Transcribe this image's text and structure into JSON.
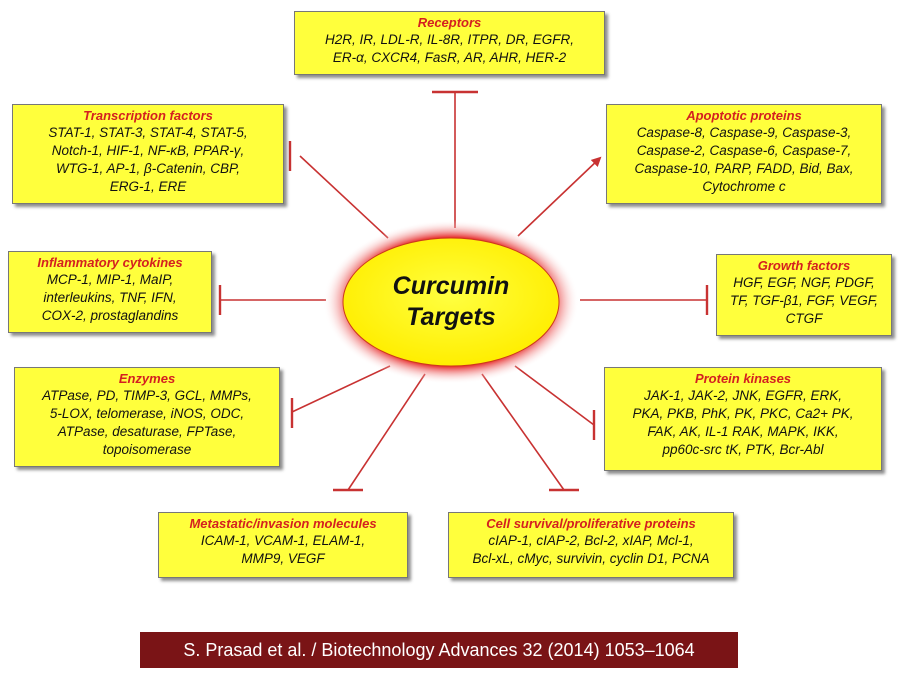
{
  "center": {
    "line1": "Curcumin",
    "line2": "Targets"
  },
  "boxes": {
    "receptors": {
      "title": "Receptors",
      "lines": [
        "H2R, IR, LDL-R, IL-8R, ITPR, DR, EGFR,",
        "ER-α, CXCR4, FasR, AR, AHR, HER-2"
      ]
    },
    "transcription": {
      "title": "Transcription factors",
      "lines": [
        "STAT-1, STAT-3, STAT-4, STAT-5,",
        "Notch-1, HIF-1, NF-κB, PPAR-γ,",
        "WTG-1, AP-1, β-Catenin, CBP,",
        "ERG-1, ERE"
      ]
    },
    "apoptotic": {
      "title": "Apoptotic proteins",
      "lines": [
        "Caspase-8, Caspase-9, Caspase-3,",
        "Caspase-2, Caspase-6, Caspase-7,",
        "Caspase-10, PARP, FADD, Bid, Bax,",
        "Cytochrome c"
      ]
    },
    "inflammatory": {
      "title": "Inflammatory cytokines",
      "lines": [
        "MCP-1, MIP-1, MaIP,",
        "interleukins, TNF, IFN,",
        "COX-2, prostaglandins"
      ]
    },
    "growth": {
      "title": "Growth factors",
      "lines": [
        "HGF, EGF, NGF, PDGF,",
        "TF, TGF-β1, FGF, VEGF,",
        "CTGF"
      ]
    },
    "enzymes": {
      "title": "Enzymes",
      "lines": [
        "ATPase, PD, TIMP-3, GCL, MMPs,",
        "5-LOX, telomerase, iNOS, ODC,",
        "ATPase, desaturase, FPTase,",
        "topoisomerase"
      ]
    },
    "kinases": {
      "title": "Protein kinases",
      "lines": [
        "JAK-1, JAK-2, JNK, EGFR, ERK,",
        "PKA, PKB, PhK, PK, PKC, Ca2+ PK,",
        "FAK, AK, IL-1 RAK, MAPK, IKK,",
        "pp60c-src tK, PTK, Bcr-Abl"
      ]
    },
    "metastatic": {
      "title": "Metastatic/invasion molecules",
      "lines": [
        "ICAM-1, VCAM-1, ELAM-1,",
        "MMP9, VEGF"
      ]
    },
    "survival": {
      "title": "Cell survival/proliferative proteins",
      "lines": [
        "cIAP-1, cIAP-2, Bcl-2, xIAP, Mcl-1,",
        "Bcl-xL, cMyc, survivin, cyclin D1, PCNA"
      ]
    }
  },
  "citation": "S. Prasad et al. / Biotechnology Advances 32 (2014) 1053–1064",
  "colors": {
    "box_fill": "#ffff3c",
    "title_red": "#d42020",
    "connector_red": "#c83232",
    "ellipse_fill": "#ffff00",
    "citation_bg": "#7a1416"
  }
}
